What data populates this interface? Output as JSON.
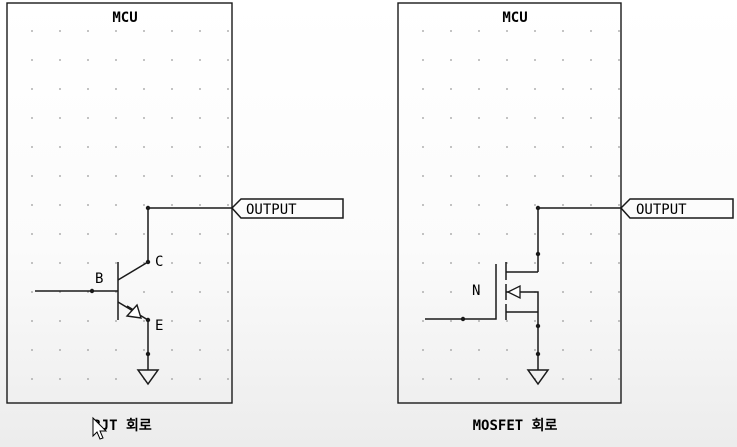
{
  "circuits": [
    {
      "title": "MCU",
      "output_label": "OUTPUT",
      "caption": "BJT 회로",
      "pins": {
        "base": "B",
        "collector": "C",
        "emitter": "E"
      }
    },
    {
      "title": "MCU",
      "output_label": "OUTPUT",
      "caption": "MOSFET 회로",
      "pins": {
        "channel": "N"
      }
    }
  ],
  "colors": {
    "line": "#1a1a1a",
    "grid_dot": "#9a9a9a",
    "background": "#ffffff"
  },
  "icons": [
    "ground-icon",
    "npn-transistor-icon",
    "n-channel-mosfet-icon",
    "mouse-cursor-icon"
  ]
}
